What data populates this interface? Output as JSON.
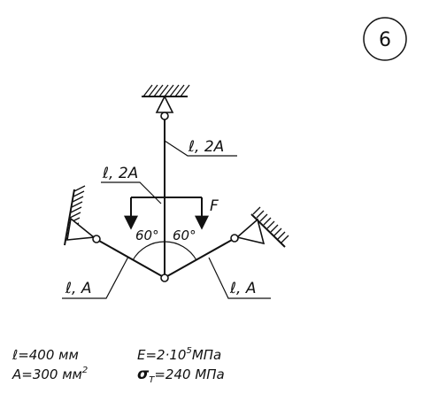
{
  "problem": {
    "number": "6"
  },
  "diagram": {
    "members": {
      "vertical_rod": "ℓ, 2A",
      "beam_label": "ℓ, 2A",
      "left_rod": "ℓ, A",
      "right_rod": "ℓ, A"
    },
    "force": "F",
    "angles": {
      "left": "60°",
      "right": "60°"
    }
  },
  "parameters": {
    "length": "ℓ=400 мм",
    "area_prefix": "A=300 мм",
    "area_exp": "2",
    "modulus_prefix": "E=2·10",
    "modulus_exp": "5",
    "modulus_unit": "МПа",
    "stress_symbol": "σ",
    "stress_sub": "T",
    "stress_value": "=240 МПа"
  }
}
